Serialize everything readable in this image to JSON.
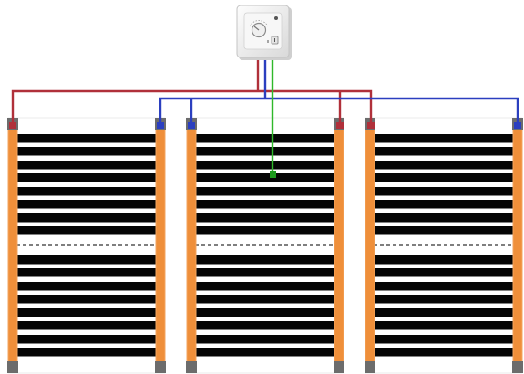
{
  "colors": {
    "background": "#ffffff",
    "bus_edge": "#f3a660",
    "bus_fill": "#ef8f3a",
    "heating_strip": "#050505",
    "clamp": "#6c6c6c",
    "wire_phase": "#b0303a",
    "wire_neutral": "#2b3fbf",
    "wire_sensor": "#2fb82a",
    "sensor_tip": "#1e9b1e",
    "cut_line": "#333333",
    "thermostat_body": "#ededed",
    "thermostat_face": "#f8f8f8"
  },
  "components": {
    "thermostat_icon": "room-thermostat-with-dial",
    "panel_count": 3,
    "strips_per_section": 8,
    "sections_per_panel": 2
  }
}
